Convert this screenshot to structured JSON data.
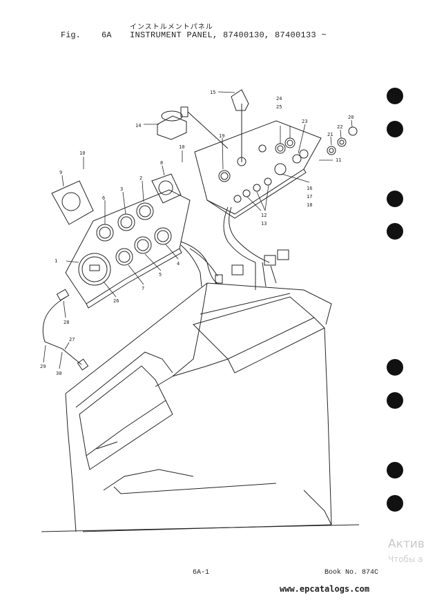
{
  "header": {
    "japanese_title": "インストルメントパネル",
    "fig_label": "Fig.",
    "fig_number": "6A",
    "title": "INSTRUMENT PANEL, 87400130, 87400133 ~"
  },
  "callouts": [
    "1",
    "2",
    "3",
    "4",
    "5",
    "6",
    "7",
    "8",
    "9",
    "10",
    "10",
    "11",
    "12",
    "13",
    "14",
    "15",
    "16",
    "17",
    "18",
    "19",
    "20",
    "21",
    "22",
    "23",
    "24",
    "25",
    "26",
    "27",
    "28",
    "29",
    "30"
  ],
  "footer": {
    "page_number": "6A-1",
    "book": "Book No. 874C",
    "website": "www.epcatalogs.com"
  },
  "watermark": {
    "line1": "Актив",
    "line2": "Чтобы а"
  }
}
